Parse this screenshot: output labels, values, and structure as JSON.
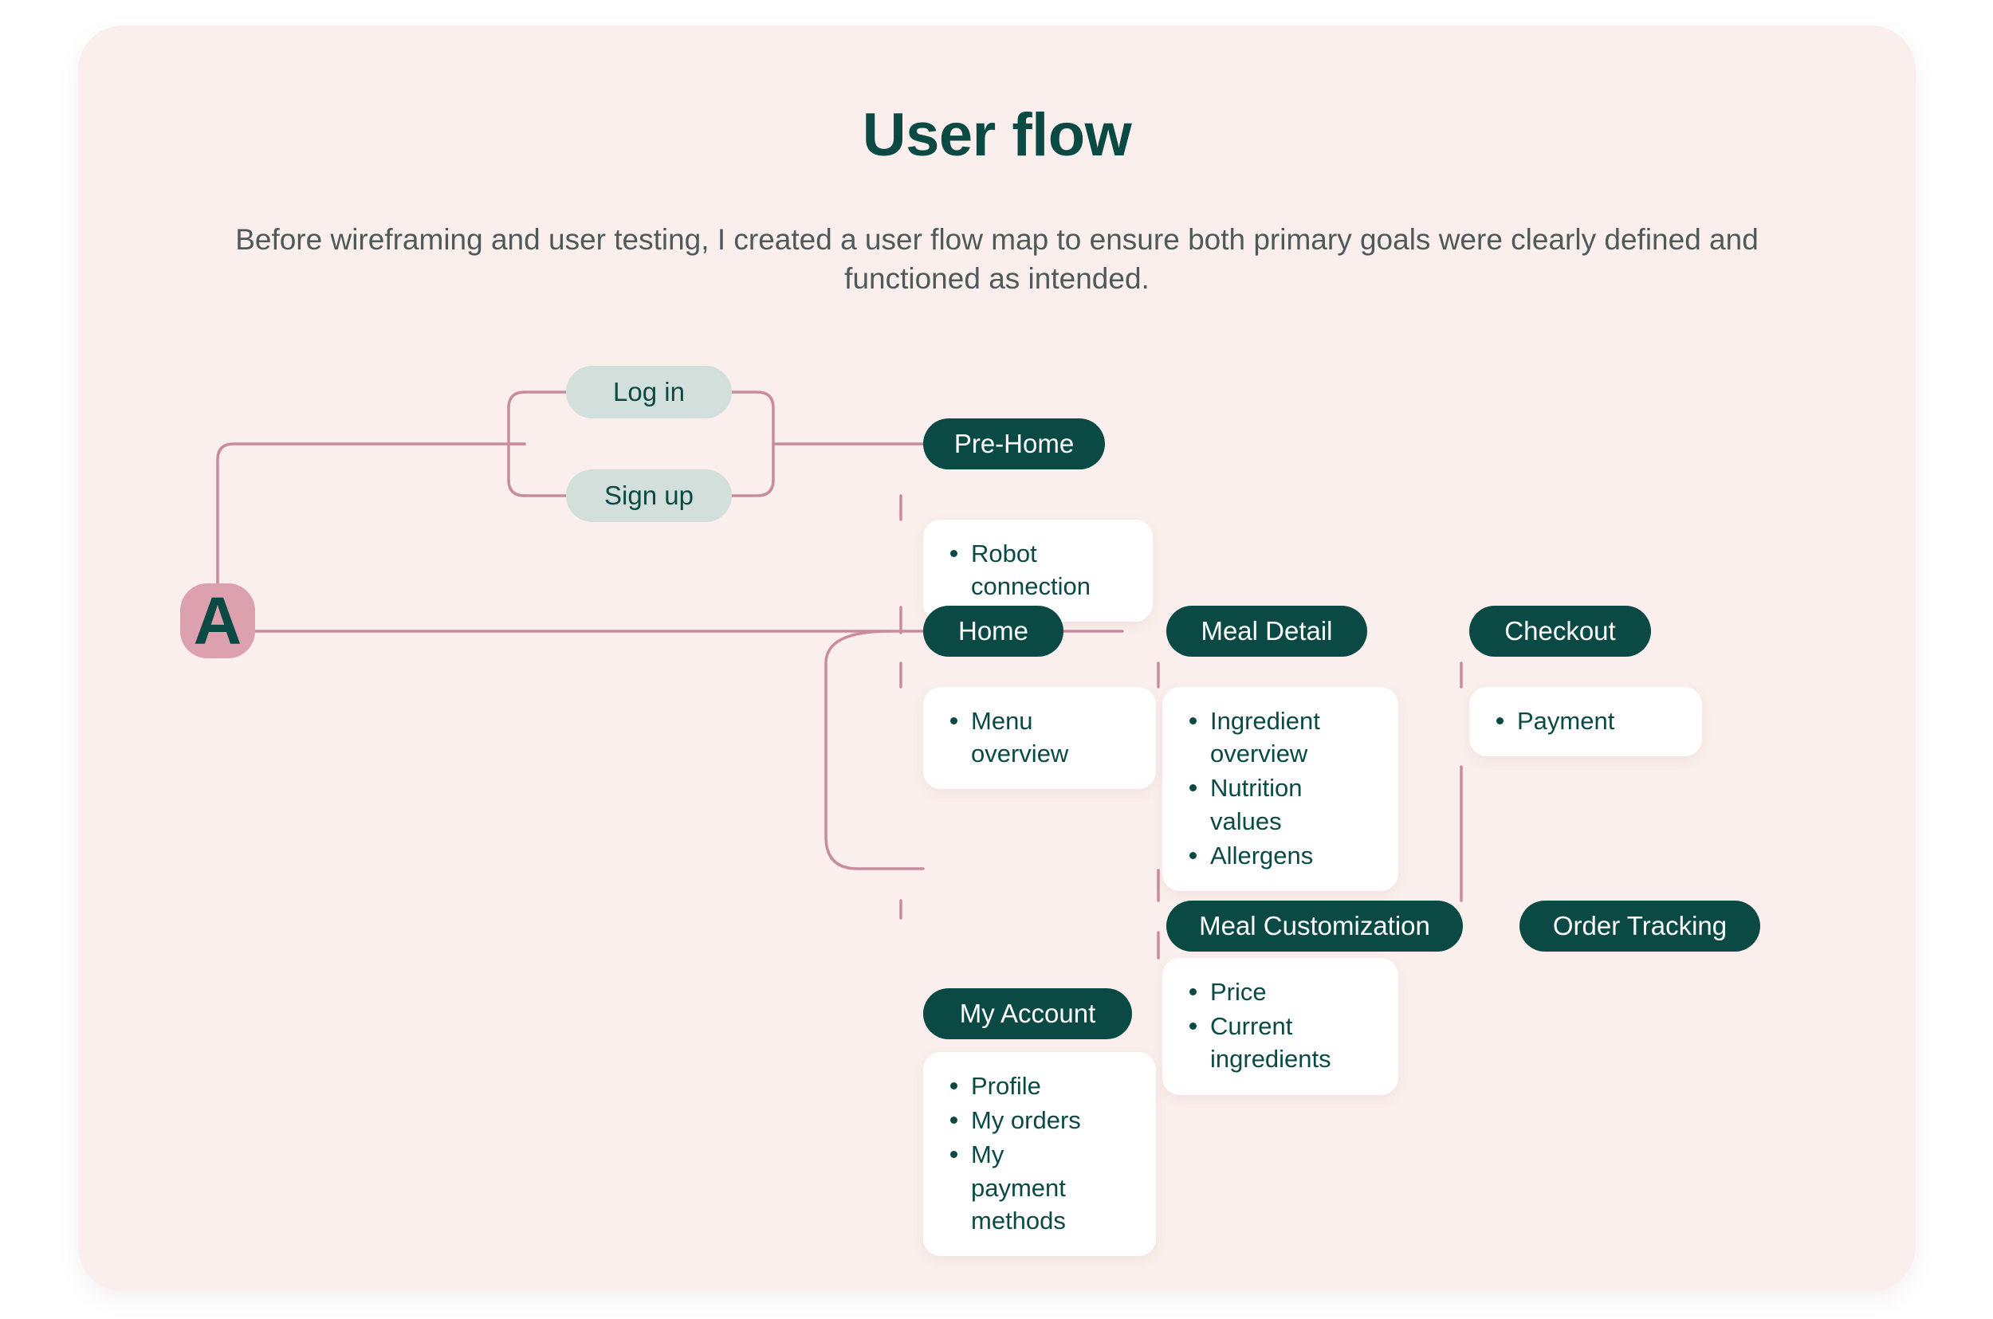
{
  "header": {
    "title": "User flow",
    "subtitle": "Before wireframing and user testing, I created a user flow map to ensure both primary goals were clearly defined and functioned as intended."
  },
  "colors": {
    "panel_background": "#FAEFEC",
    "node_fill": "#0B4A44",
    "node_text": "#FFFFFF",
    "connector": "#C98B9E",
    "app_icon_fill": "#DCA0AE",
    "auth_pill_fill": "#D3DFDB",
    "card_fill": "#FFFFFF",
    "title_text": "#0B4A44",
    "subtitle_text": "#4E5A59"
  },
  "diagram": {
    "app_icon": {
      "label": "A",
      "icon_name": "app-logo-a"
    },
    "auth_pills": [
      {
        "label": "Log in"
      },
      {
        "label": "Sign up"
      }
    ],
    "nodes": [
      {
        "id": "pre-home",
        "label": "Pre-Home",
        "details": [
          "Robot connection"
        ]
      },
      {
        "id": "home",
        "label": "Home",
        "details": [
          "Menu overview"
        ]
      },
      {
        "id": "meal-detail",
        "label": "Meal Detail",
        "details": [
          "Ingredient overview",
          "Nutrition values",
          "Allergens"
        ]
      },
      {
        "id": "checkout",
        "label": "Checkout",
        "details": [
          "Payment"
        ]
      },
      {
        "id": "meal-customization",
        "label": "Meal Customization",
        "details": [
          "Price",
          "Current ingredients"
        ]
      },
      {
        "id": "order-tracking",
        "label": "Order Tracking",
        "details": []
      },
      {
        "id": "my-account",
        "label": "My Account",
        "details": [
          "Profile",
          "My orders",
          "My payment methods"
        ]
      }
    ]
  }
}
